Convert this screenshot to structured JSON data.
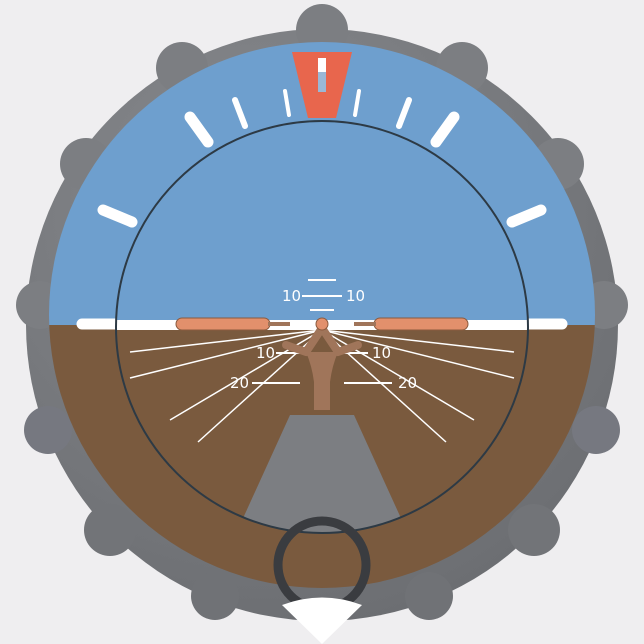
{
  "instrument": {
    "pitch_marks_up": [
      "10",
      "10"
    ],
    "pitch_marks_down_10": [
      "10",
      "10"
    ],
    "pitch_marks_down_20": [
      "20",
      "20"
    ]
  },
  "colors": {
    "sky": "#6e9fce",
    "ground": "#7a5a3e",
    "rim": "#7c7e82",
    "bezel_line": "#2d3a45",
    "wings": "#e2906c",
    "bank_pointer": "#e8664d",
    "marks": "#ffffff"
  },
  "icon_names": [
    "attitude-indicator-icon",
    "aircraft-symbol-icon",
    "bank-pointer-icon",
    "adjust-knob-icon"
  ]
}
